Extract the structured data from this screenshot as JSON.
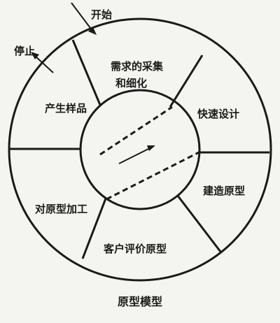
{
  "diagram": {
    "caption": "原型模型",
    "start_label": "开始",
    "stop_label": "停止",
    "segments": {
      "requirements_line1": "需求的采集",
      "requirements_line2": "和细化",
      "quick_design": "快速设计",
      "build_prototype": "建造原型",
      "customer_evaluation": "客户评价原型",
      "refine_prototype": "对原型加工",
      "produce_product": "产生样品"
    },
    "line_color": "#1a1a1a"
  }
}
